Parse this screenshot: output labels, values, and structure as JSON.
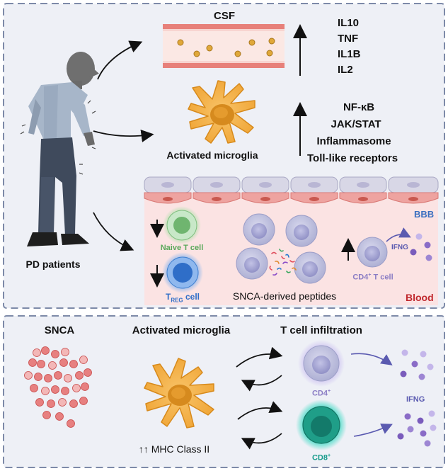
{
  "top_panel": {
    "csf_label": "CSF",
    "cytokines": [
      "IL10",
      "TNF",
      "IL1B",
      "IL2"
    ],
    "pathways": [
      "NF-κB",
      "JAK/STAT",
      "Inflammasome",
      "Toll-like receptors"
    ],
    "microglia_label": "Activated microglia",
    "patients_label": "PD patients",
    "bbb_label": "BBB",
    "blood_label": "Blood",
    "naive_t_label": "Naive T cell",
    "treg_prefix": "T",
    "treg_sub": "REG",
    "treg_suffix": " cell",
    "peptides_label": "SNCA-derived peptides",
    "cd4_prefix": "CD4",
    "cd4_sup": "+",
    "cd4_suffix": " T cell",
    "ifng_label": "IFNG"
  },
  "bottom_panel": {
    "snca_label": "SNCA",
    "microglia_label": "Activated microglia",
    "infiltration_label": "T cell infiltration",
    "mhc_label": "↑↑ MHC Class II",
    "cd4_label": "CD4",
    "cd4_sup": "+",
    "cd8_label": "CD8",
    "cd8_sup": "+",
    "ifng_label": "IFNG"
  },
  "colors": {
    "panel_bg": "#eef0f6",
    "panel_border": "#7d8aa8",
    "microglia": "#f4b04a",
    "blood_bg": "#fbe3e3",
    "naive_glow": "#7fcf7f",
    "treg_glow": "#4a8fe0",
    "cd8_glow": "#1ec8b0",
    "cd4_cell": "#b8b8d8",
    "ifng_dot": "#8a6cc7",
    "snca_dot": "#e07a7a",
    "blood_text": "#c0282d",
    "bbb_text": "#3a6fc0"
  }
}
